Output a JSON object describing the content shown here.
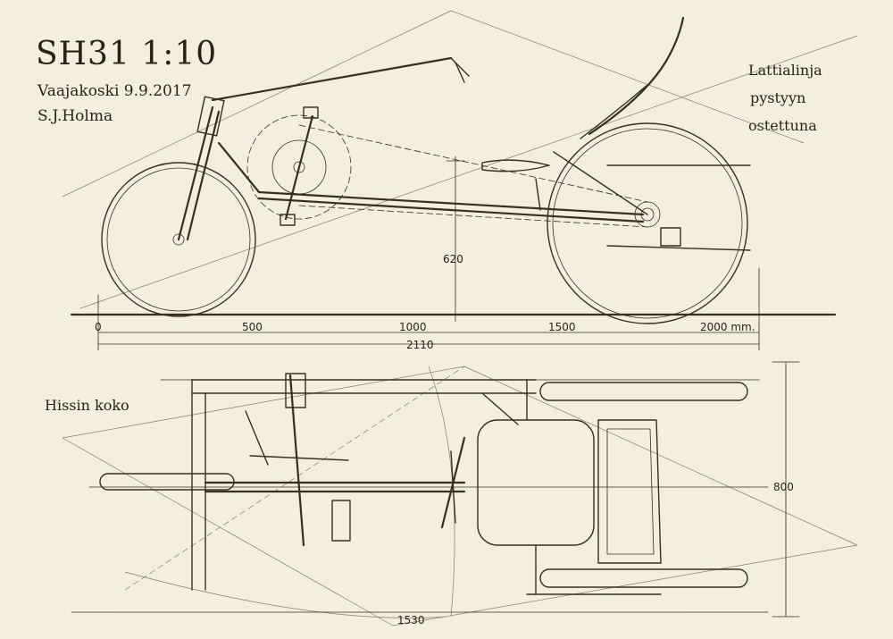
{
  "title": "SH31 1:10",
  "place_date": "Vaajakoski 9.9.2017",
  "author": "S.J.Holma",
  "note_lines": [
    "Lattialinja",
    "pystyyn",
    "ostettuna"
  ],
  "lift_label": "Hissin koko",
  "dimensions": {
    "height": "620",
    "length": "2110",
    "width": "800",
    "diagonal": "1530"
  },
  "scale_ticks": [
    "0",
    "500",
    "1000",
    "1500",
    "2000 mm."
  ]
}
